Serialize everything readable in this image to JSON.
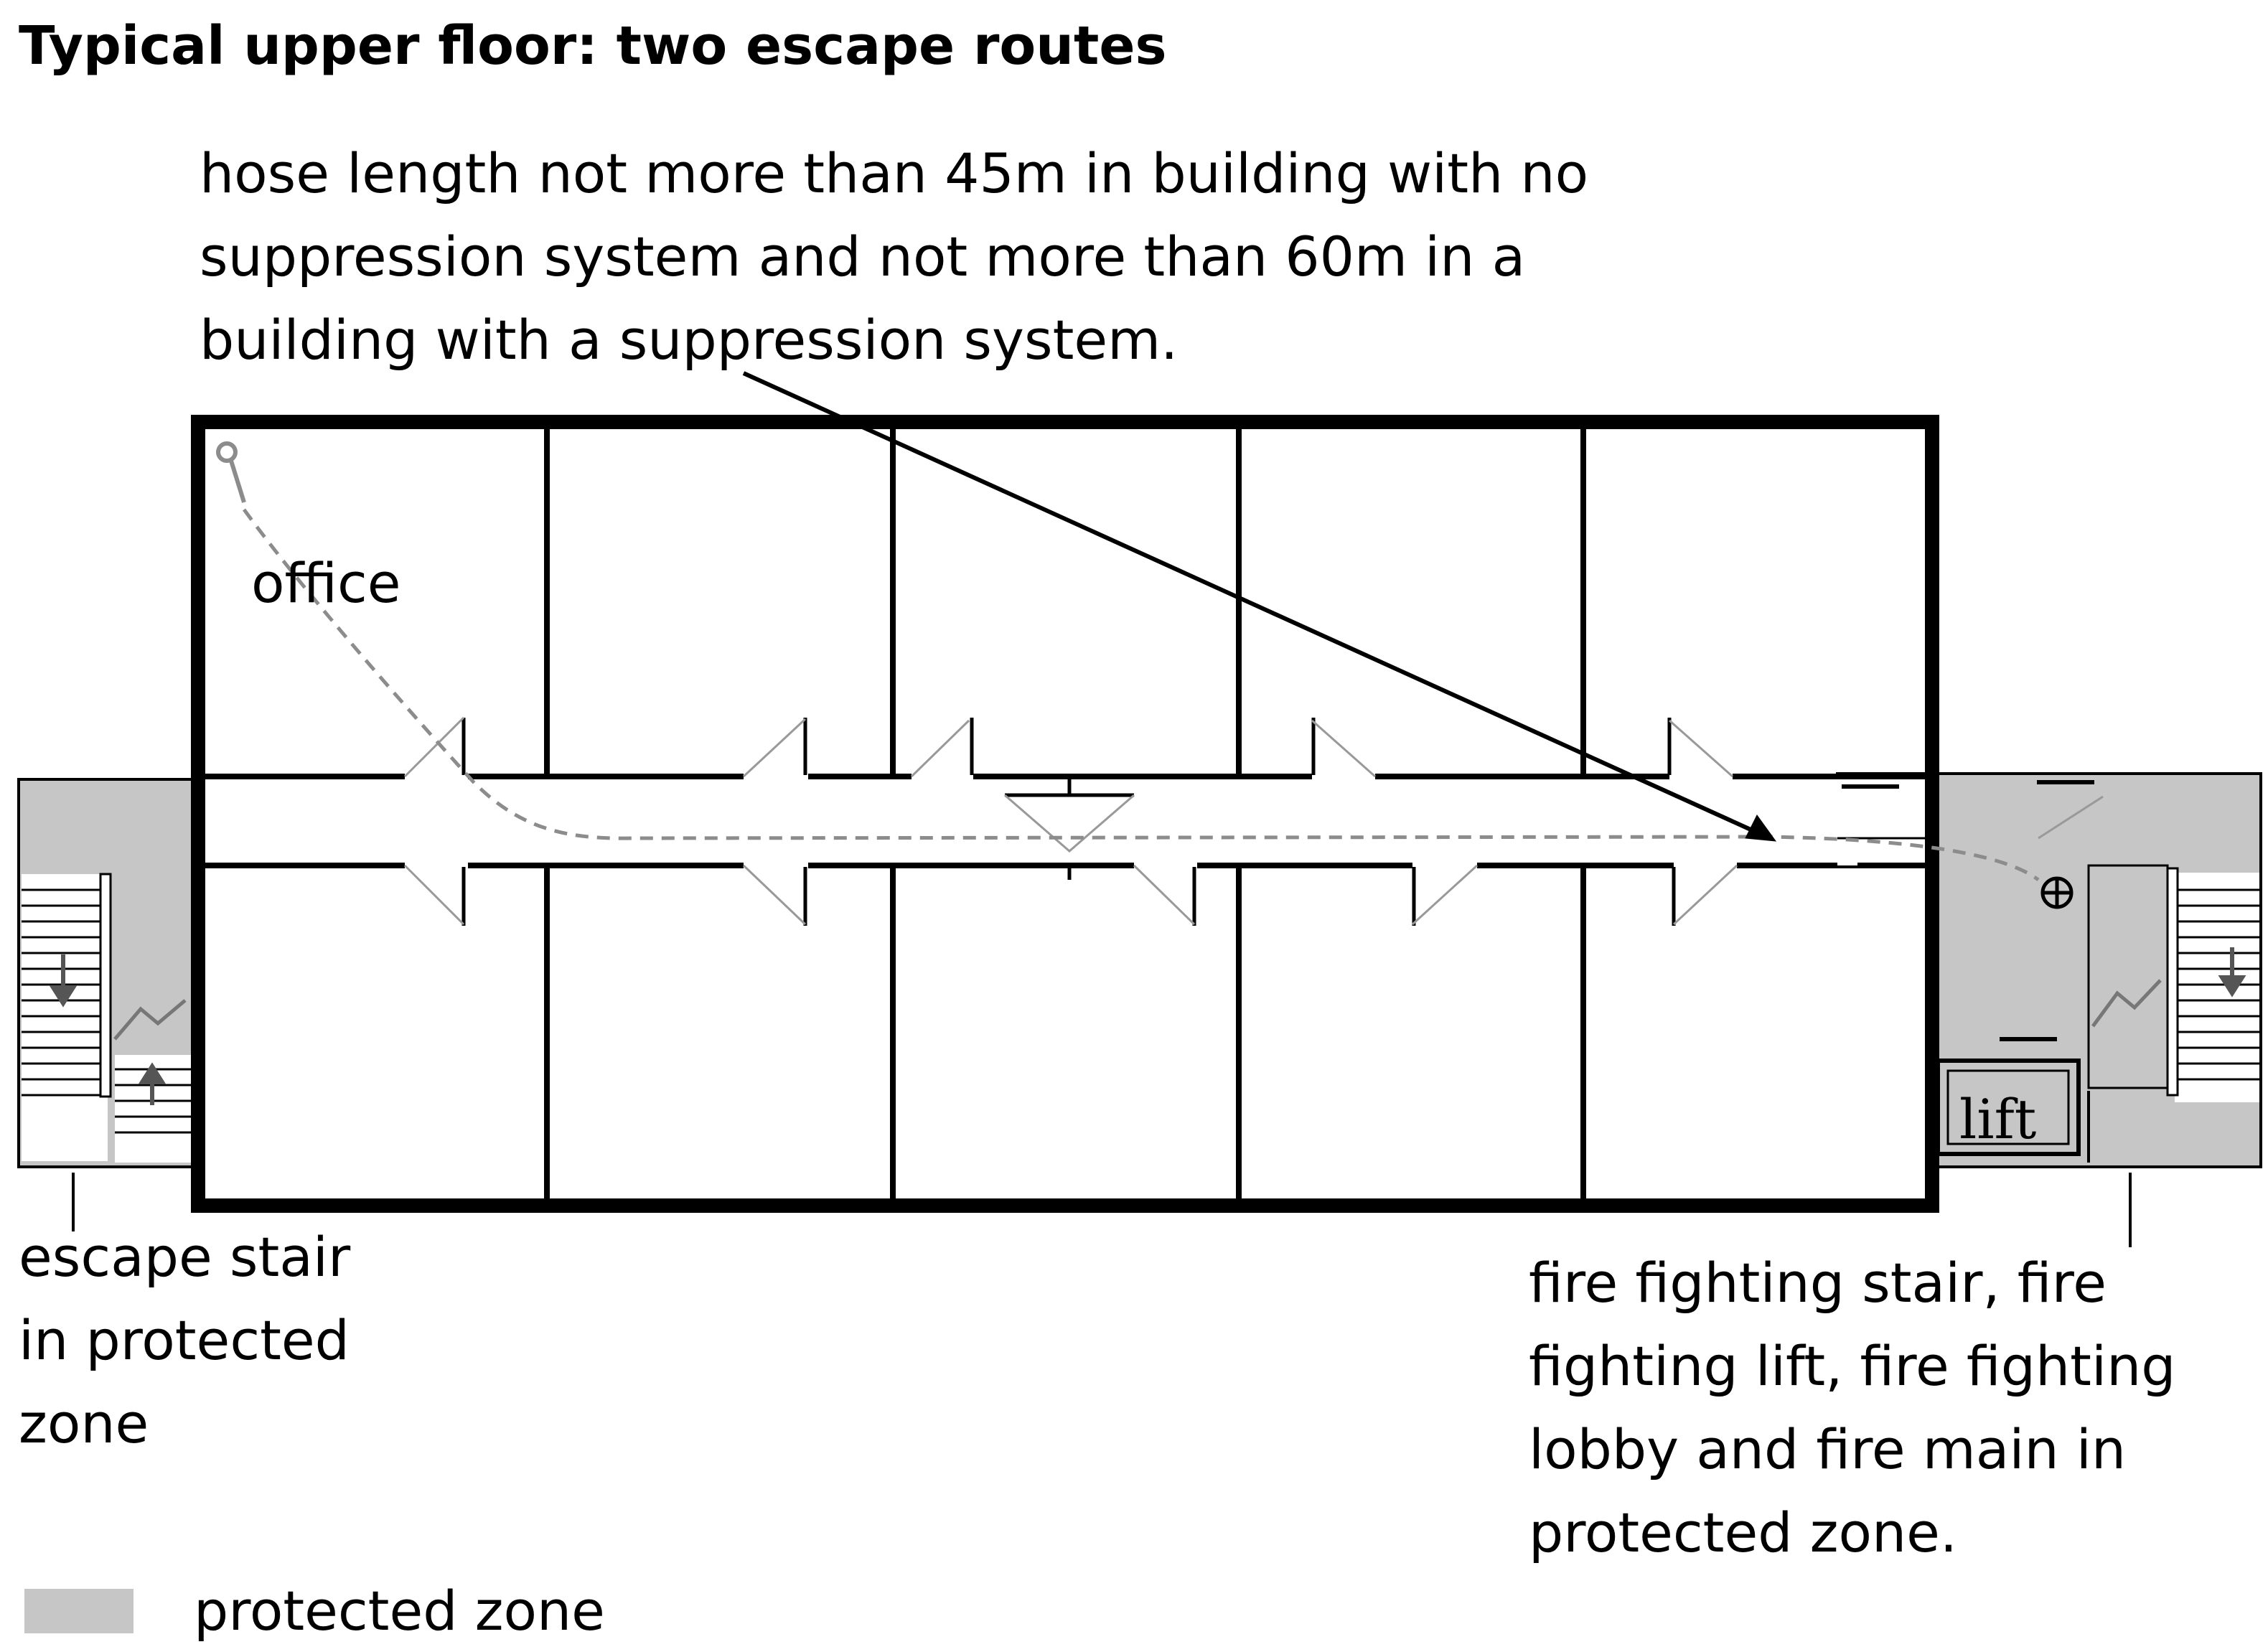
{
  "title": "Typical upper floor: two escape routes",
  "annotations": {
    "hose_note": [
      "hose length not more than 45m in building with no",
      "suppression system  and not more than 60m in a",
      "building with a suppression system."
    ],
    "office_label": "office",
    "escape_stair_note": [
      "escape stair",
      "in protected",
      "zone"
    ],
    "fire_fighting_note": [
      "fire fighting stair, fire",
      "fighting lift, fire fighting",
      "lobby and fire main in",
      "protected zone."
    ],
    "lift_label": "lift"
  },
  "legend": {
    "label": "protected zone",
    "swatch_color": "#c6c6c6"
  },
  "colors": {
    "protected_zone": "#c6c6c6",
    "walls": "#000000",
    "route_dashes": "#8c8c8c",
    "fire_main_symbol": "#000000"
  },
  "icons": {
    "fire_main": "fire-main-outlet-icon",
    "stair_direction": "arrow-down-icon"
  }
}
